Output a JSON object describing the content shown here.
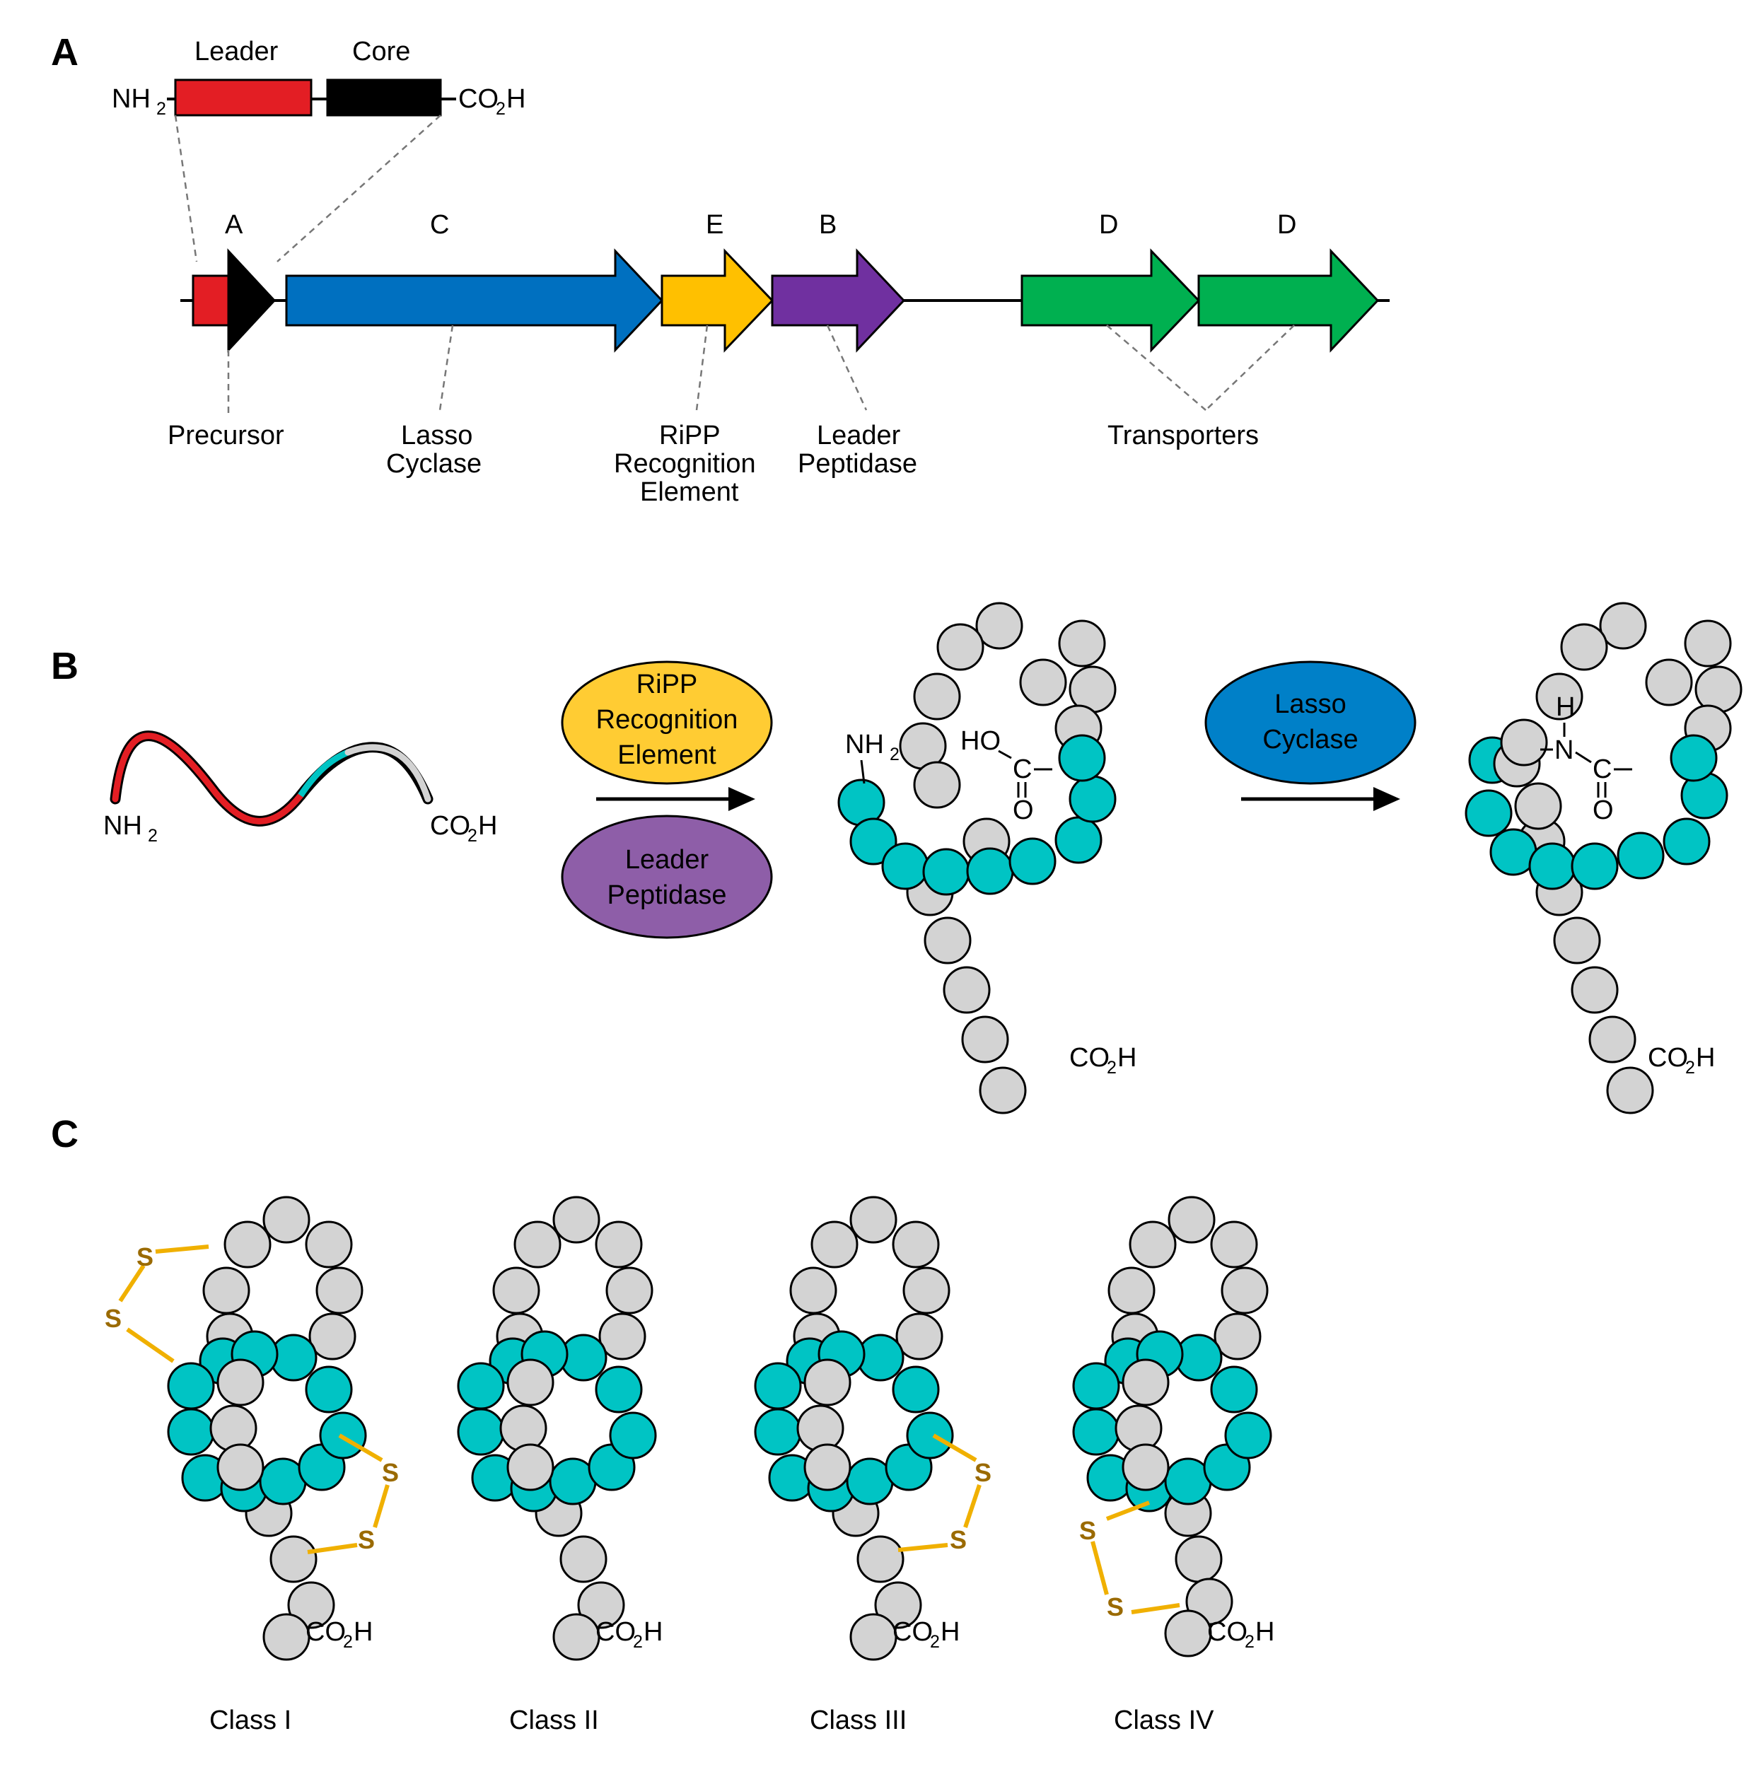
{
  "panel_labels": {
    "a": "A",
    "b": "B",
    "c": "C"
  },
  "precursor_domains": {
    "leader": "Leader",
    "core": "Core"
  },
  "termini": {
    "nh2": "NH",
    "co2h": "CO",
    "h": "H",
    "sub2": "2"
  },
  "genes": {
    "a": "A",
    "c": "C",
    "e": "E",
    "b": "B",
    "d1": "D",
    "d2": "D"
  },
  "gene_roles": {
    "precursor": "Precursor",
    "lasso_cyclase": [
      "Lasso",
      "Cyclase"
    ],
    "ripp_element": [
      "RiPP",
      "Recognition",
      "Element"
    ],
    "leader_peptidase": [
      "Leader",
      "Peptidase"
    ],
    "transporters": "Transporters"
  },
  "enzymes": {
    "ripp_element": [
      "RiPP",
      "Recognition",
      "Element"
    ],
    "leader_peptidase": [
      "Leader",
      "Peptidase"
    ],
    "lasso_cyclase": [
      "Lasso",
      "Cyclase"
    ]
  },
  "chemistry": {
    "ho": "HO",
    "c": "C",
    "o": "O",
    "h": "H",
    "n": "N"
  },
  "disulfide_atom": "S",
  "classes": [
    "Class I",
    "Class II",
    "Class III",
    "Class IV"
  ],
  "colors": {
    "leader_red": "#e31e24",
    "core_black": "#000000",
    "cyclase_blue": "#0070c0",
    "ripp_yellow": "#ffc000",
    "peptidase_purple": "#7030a0",
    "transporter_green": "#00b050",
    "core_cyan": "#00c4c4",
    "bead_gray": "#d3d3d3",
    "disulfide_gold": "#f0b000",
    "ripp_ellipse": "#ffcc33",
    "peptidase_ellipse": "#8e5ea8",
    "cyclase_ellipse": "#0080c8"
  }
}
